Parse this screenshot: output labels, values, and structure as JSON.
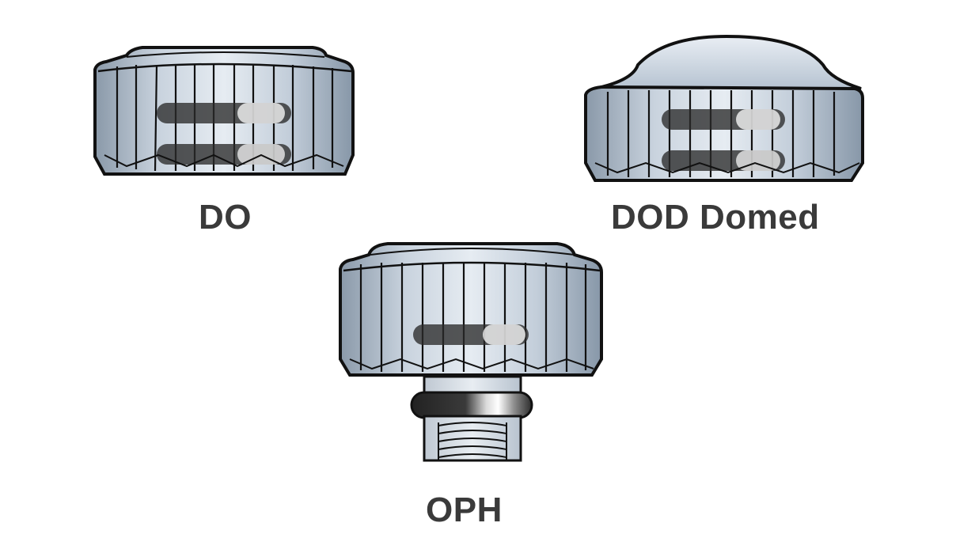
{
  "crowns": [
    {
      "id": "do",
      "label": "DO"
    },
    {
      "id": "dod",
      "label": "DOD Domed"
    },
    {
      "id": "oph",
      "label": "OPH"
    }
  ],
  "colors": {
    "outline": "#111111",
    "metal_light": "#dfe6ee",
    "metal_mid": "#aebccb",
    "metal_dark": "#7f8fa1",
    "label": "#3a3a3a"
  }
}
